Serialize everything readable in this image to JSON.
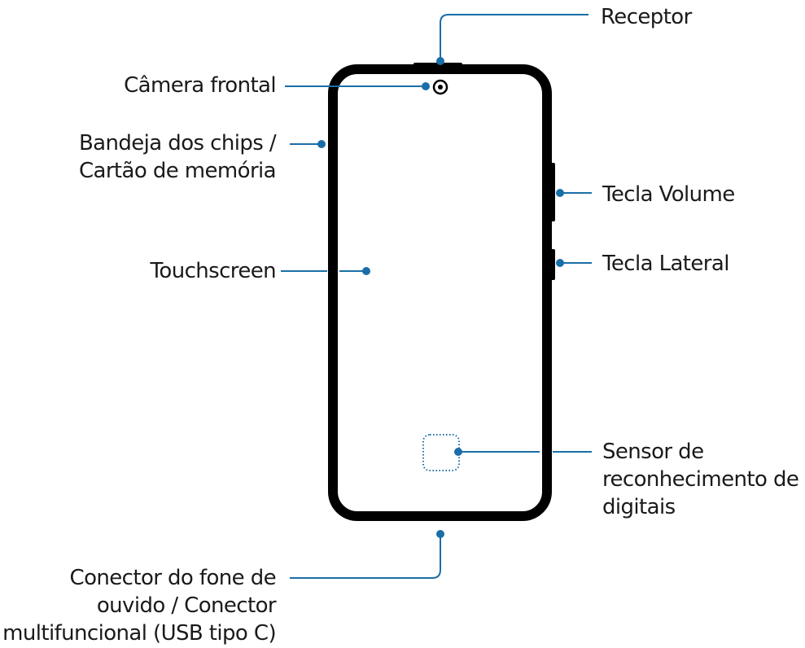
{
  "colors": {
    "callout": "#1a6ea8",
    "phone_outline": "#000000",
    "text": "#1a1a1a"
  },
  "labels": {
    "receptor": "Receptor",
    "camera": "Câmera frontal",
    "bandeja_line1": "Bandeja dos chips /",
    "bandeja_line2": "Cartão de memória",
    "volume": "Tecla Volume",
    "lateral": "Tecla Lateral",
    "touchscreen": "Touchscreen",
    "sensor_line1": "Sensor de",
    "sensor_line2": "reconhecimento de",
    "sensor_line3": "digitais",
    "conector_line1": "Conector do fone de",
    "conector_line2": "ouvido / Conector",
    "conector_line3": "multifuncional (USB tipo C)"
  },
  "icons": {
    "camera": "front-camera-icon",
    "fingerprint": "fingerprint-sensor-icon"
  }
}
